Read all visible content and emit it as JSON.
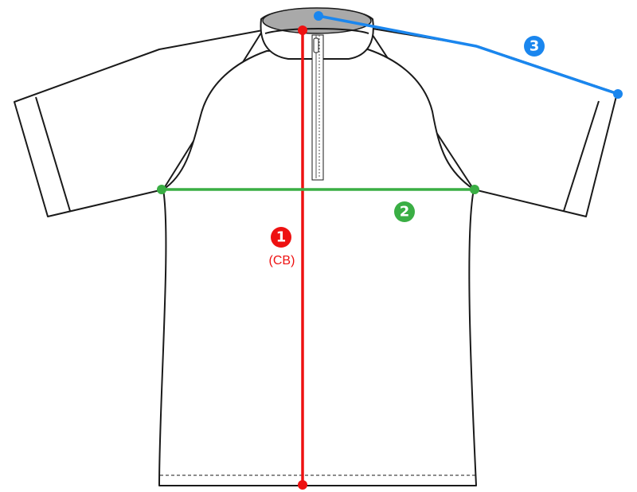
{
  "colors": {
    "background": "#ffffff",
    "outline": "#1a1a1a",
    "collar_inner": "#a9a9a9",
    "measure_1": "#ee1111",
    "measure_2": "#3aae44",
    "measure_3": "#1a86ee"
  },
  "garment": {
    "type": "short-sleeve raglan half-zip top with stand collar"
  },
  "measurements": [
    {
      "id": "length",
      "badge": "1",
      "note": "(CB)",
      "color_key": "measure_1"
    },
    {
      "id": "chest",
      "badge": "2",
      "note": "",
      "color_key": "measure_2"
    },
    {
      "id": "sleeve",
      "badge": "3",
      "note": "",
      "color_key": "measure_3"
    }
  ]
}
